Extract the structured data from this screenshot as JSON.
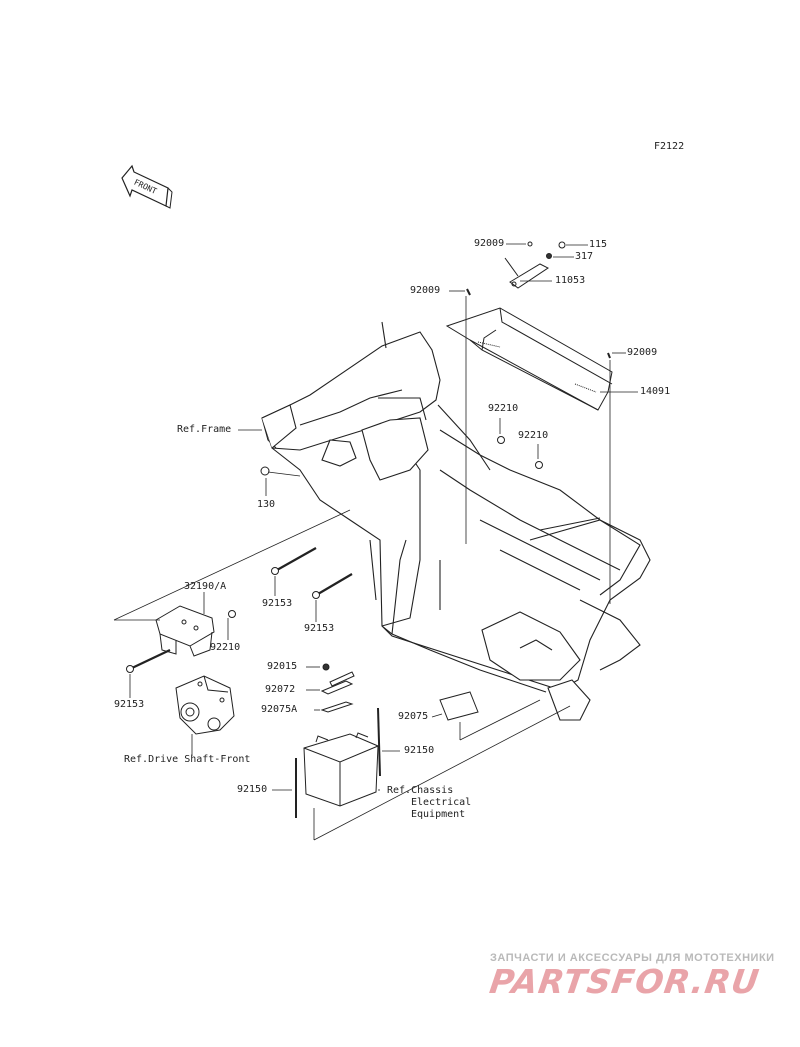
{
  "diagram": {
    "code": "F2122",
    "front_marker": "FRONT",
    "labels": {
      "p92009_a": "92009",
      "p115": "115",
      "p317": "317",
      "p11053": "11053",
      "p92009_b": "92009",
      "p92009_c": "92009",
      "p14091": "14091",
      "p92210_a": "92210",
      "p92210_b": "92210",
      "ref_frame": "Ref.Frame",
      "p130": "130",
      "p92153_a": "92153",
      "p92153_b": "92153",
      "p32190": "32190/A",
      "p92210_c": "92210",
      "p92153_c": "92153",
      "ref_drive_shaft": "Ref.Drive Shaft-Front",
      "p92015": "92015",
      "p92072": "92072",
      "p92075a": "92075A",
      "p92075": "92075",
      "p92150_a": "92150",
      "p92150_b": "92150",
      "ref_chassis_1": "Ref.Chassis",
      "ref_chassis_2": "Electrical",
      "ref_chassis_3": "Equipment"
    }
  },
  "watermark": {
    "tagline": "ЗАПЧАСТИ И АКСЕССУАРЫ ДЛЯ МОТОТЕХНИКИ",
    "logo": "PARTSFOR.RU"
  }
}
